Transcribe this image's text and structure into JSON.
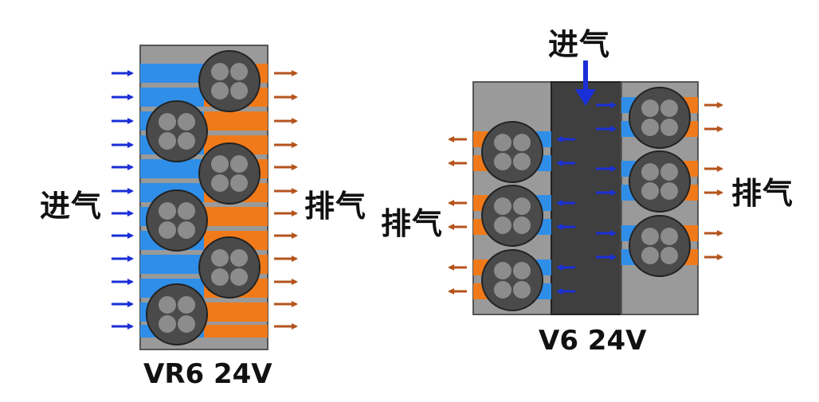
{
  "vr6": {
    "caption": "VR6 24V",
    "intake_label": "进气",
    "exhaust_label": "排气"
  },
  "v6": {
    "caption": "V6 24V",
    "intake_label": "进气",
    "exhaust_left_label": "排气",
    "exhaust_right_label": "排气"
  },
  "colors": {
    "intake": "#1a2fd6",
    "intake_port": "#2f8ee8",
    "exhaust": "#b5531c",
    "exhaust_port": "#f07a1a",
    "head": "#9a9a9a",
    "cylinder": "#4a4a4a",
    "valve": "#8c8c8c",
    "center_block": "#3f3f3f"
  }
}
